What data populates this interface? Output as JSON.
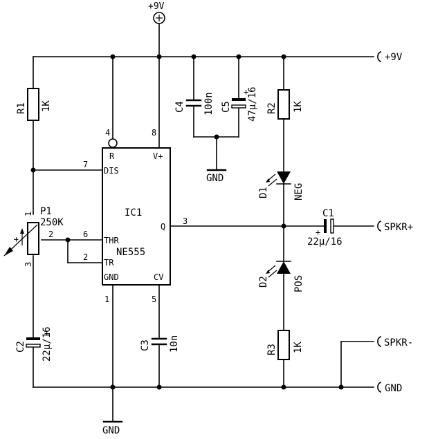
{
  "supply": {
    "top_label": "+9V",
    "rail_label": "+9V"
  },
  "ground": {
    "label": "GND",
    "bottom_label": "GND",
    "cap_label": "GND"
  },
  "ic": {
    "name": "IC1",
    "part": "NE555",
    "pins": {
      "r": "R",
      "vplus": "V+",
      "dis": "DIS",
      "thr": "THR",
      "tr": "TR",
      "gnd": "GND",
      "cv": "CV",
      "q": "Q"
    },
    "pin_numbers": {
      "r": "4",
      "vplus": "8",
      "dis": "7",
      "thr": "6",
      "tr": "2",
      "gnd": "1",
      "cv": "5",
      "q": "3"
    }
  },
  "components": {
    "r1": {
      "ref": "R1",
      "value": "1K"
    },
    "r2": {
      "ref": "R2",
      "value": "1K"
    },
    "r3": {
      "ref": "R3",
      "value": "1K"
    },
    "p1": {
      "ref": "P1",
      "value": "250K",
      "pin1": "1",
      "pin2": "2",
      "pin3": "3"
    },
    "c1": {
      "ref": "C1",
      "value": "22µ/16"
    },
    "c2": {
      "ref": "C2",
      "value": "22µ/16"
    },
    "c3": {
      "ref": "C3",
      "value": "10n"
    },
    "c4": {
      "ref": "C4",
      "value": "100n"
    },
    "c5": {
      "ref": "C5",
      "value": "47µ/16"
    },
    "d1": {
      "ref": "D1",
      "value": "NEG"
    },
    "d2": {
      "ref": "D2",
      "value": "POS"
    }
  },
  "connectors": {
    "spkr_plus": "SPKR+",
    "spkr_minus": "SPKR-"
  },
  "polarity": {
    "plus": "+"
  }
}
